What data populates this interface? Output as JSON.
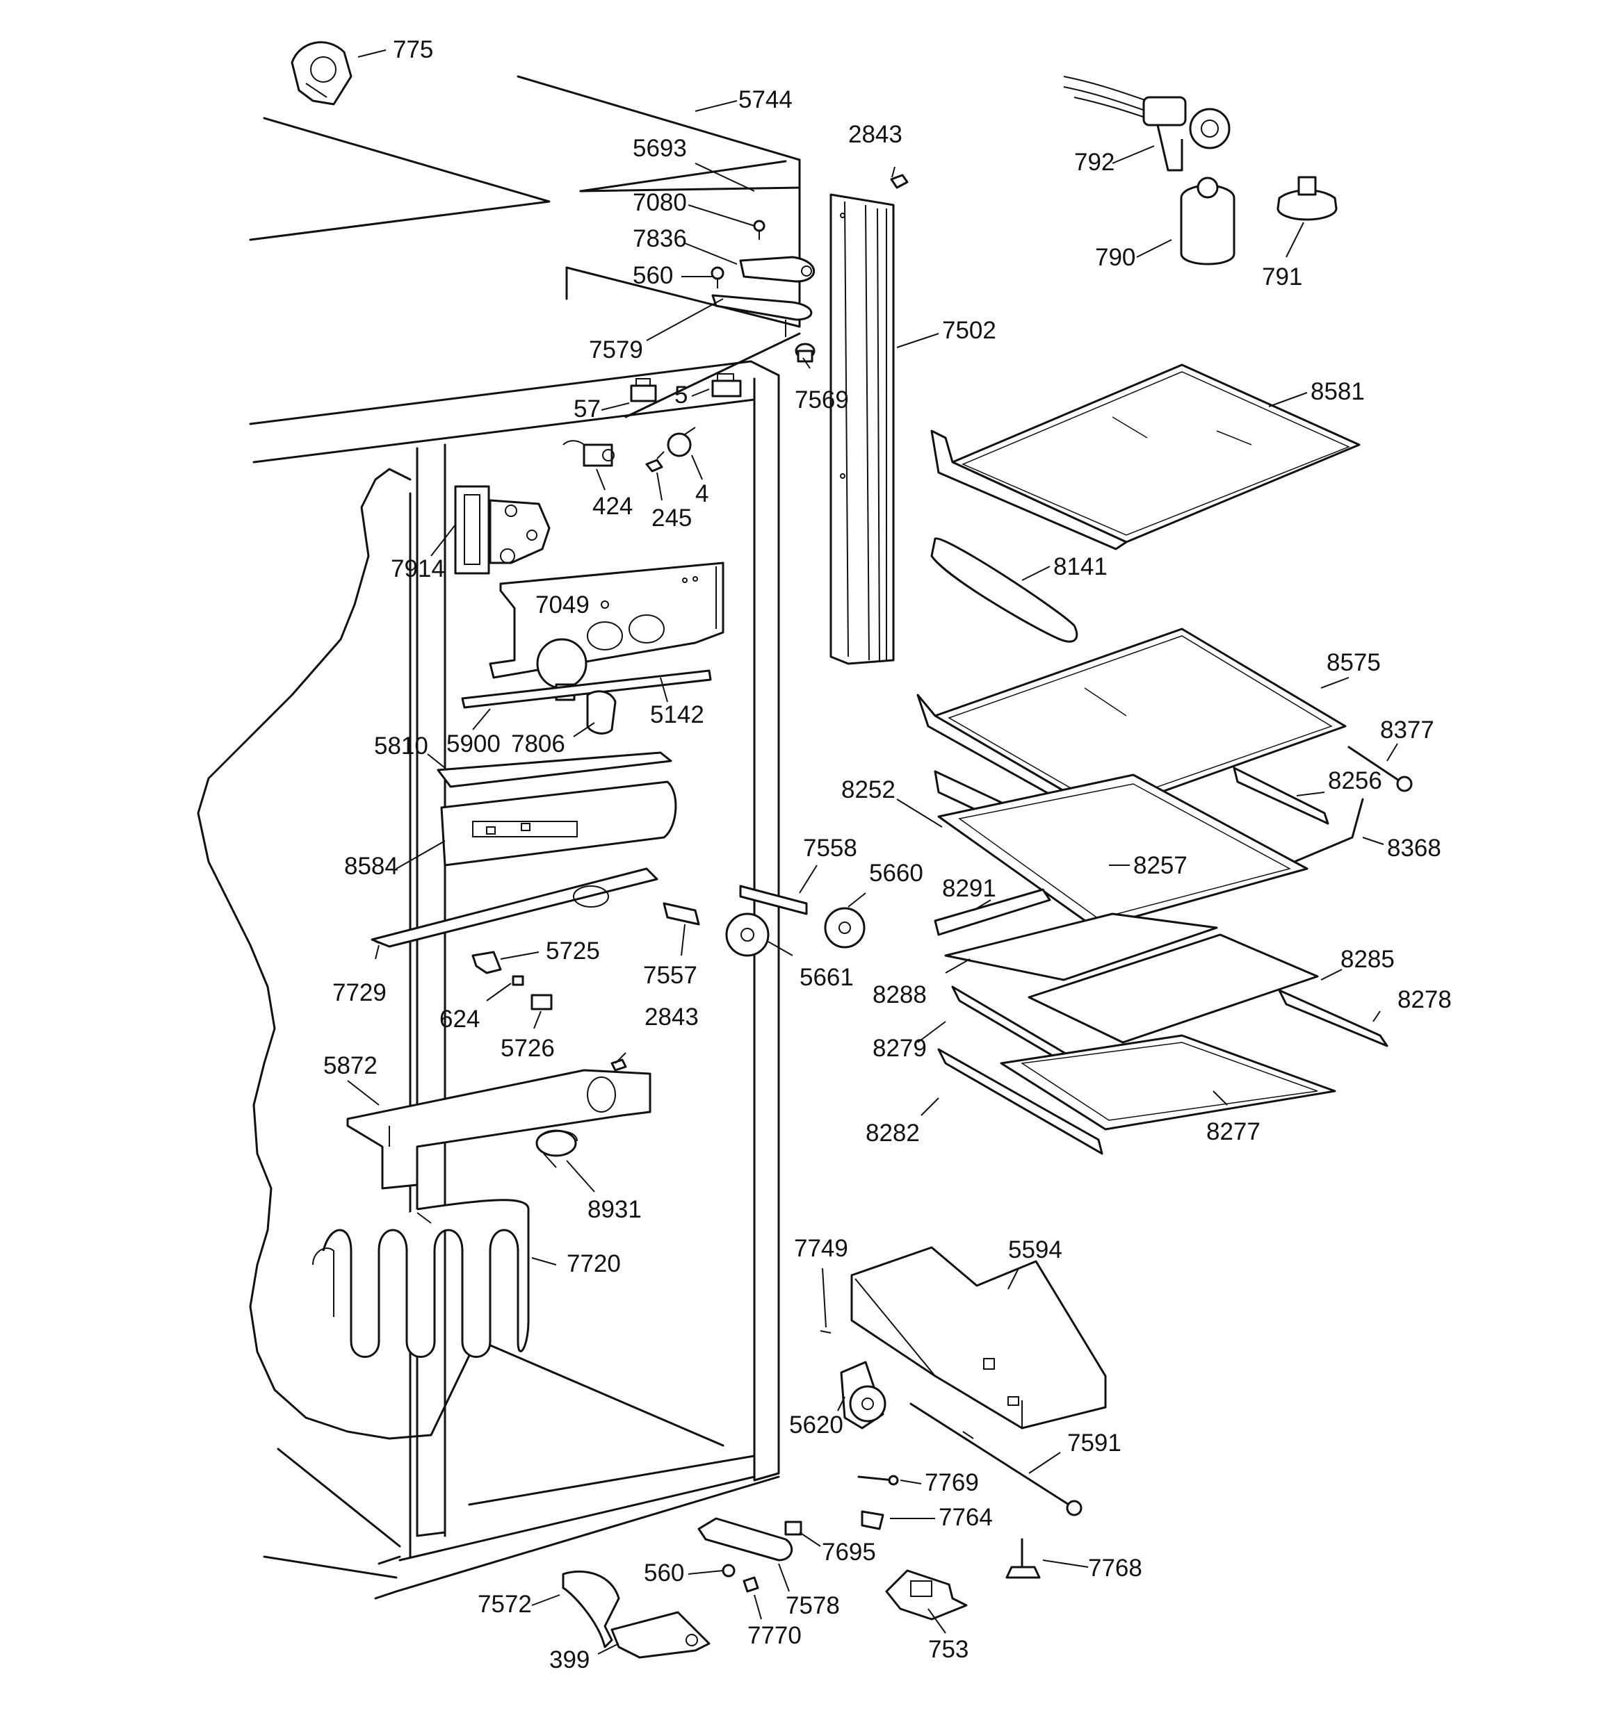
{
  "diagram": {
    "background": "#ffffff",
    "ink": "#111111",
    "callouts": [
      "775",
      "5744",
      "2843",
      "792",
      "790",
      "791",
      "5693",
      "7080",
      "7836",
      "560",
      "7579",
      "7502",
      "7569",
      "57",
      "5",
      "424",
      "245",
      "4",
      "8581",
      "7914",
      "8141",
      "7049",
      "8575",
      "5900",
      "7806",
      "5142",
      "8377",
      "5810",
      "8256",
      "8252",
      "8368",
      "8584",
      "7558",
      "5660",
      "8257",
      "8291",
      "5725",
      "7729",
      "7557",
      "5661",
      "8288",
      "8285",
      "624",
      "5726",
      "2843",
      "8278",
      "8279",
      "5872",
      "8277",
      "8282",
      "8931",
      "7749",
      "5594",
      "7720",
      "5620",
      "7591",
      "7769",
      "7764",
      "7695",
      "7768",
      "560",
      "7578",
      "7572",
      "7770",
      "399",
      "753"
    ]
  }
}
